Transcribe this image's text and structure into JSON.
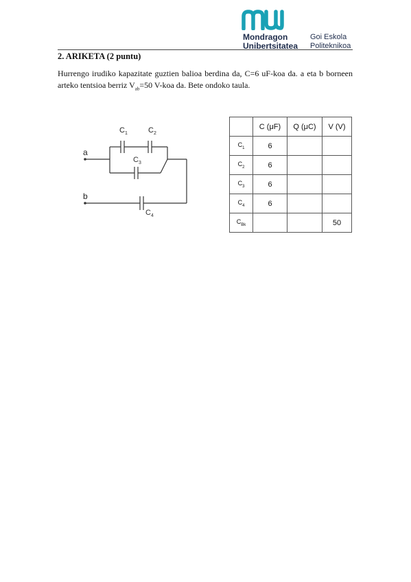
{
  "logo": {
    "name_line1": "Mondragon",
    "name_line2": "Unibertsitatea",
    "school_line1": "Goi Eskola",
    "school_line2": "Politeknikoa",
    "brand_color": "#1aa1b5",
    "text_color": "#1f2d4c"
  },
  "exercise": {
    "title": "2. ARIKETA (2 puntu)",
    "text_part1": "Hurrengo irudiko kapazitate guztien balioa berdina da, C=6 uF-koa da. a eta b borneen arteko tentsioa berriz V",
    "text_sub": "ab",
    "text_part2": "=50 V-koa da. Bete ondoko taula."
  },
  "circuit": {
    "node_a": "a",
    "node_b": "b",
    "caps": [
      {
        "letter": "C",
        "sub": "1"
      },
      {
        "letter": "C",
        "sub": "2"
      },
      {
        "letter": "C",
        "sub": "3"
      },
      {
        "letter": "C",
        "sub": "4"
      }
    ]
  },
  "table": {
    "headers": [
      "",
      "C (μF)",
      "Q (μC)",
      "V (V)"
    ],
    "rows": [
      {
        "label": "C",
        "sub": "1",
        "c": "6",
        "q": "",
        "v": ""
      },
      {
        "label": "C",
        "sub": "2",
        "c": "6",
        "q": "",
        "v": ""
      },
      {
        "label": "C",
        "sub": "3",
        "c": "6",
        "q": "",
        "v": ""
      },
      {
        "label": "C",
        "sub": "4",
        "c": "6",
        "q": "",
        "v": ""
      },
      {
        "label": "C",
        "sub": "Bk",
        "c": "",
        "q": "",
        "v": "50"
      }
    ]
  }
}
